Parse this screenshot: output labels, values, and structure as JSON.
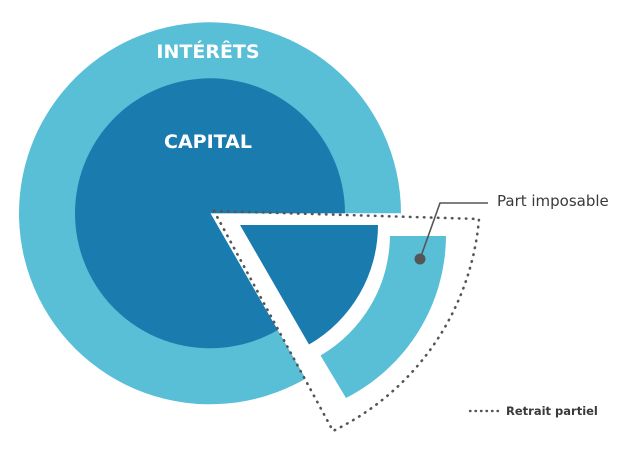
{
  "labels": {
    "outer": "INTÉRÊTS",
    "inner": "CAPITAL",
    "callout": "Part imposable",
    "legend": "Retrait partiel"
  },
  "colors": {
    "interets": "#58bfd6",
    "capital": "#1a7bae",
    "dots": "#555555",
    "callout_line": "#555555",
    "callout_dot": "#555555",
    "text_dark": "#3a3a3a",
    "text_light": "#ffffff"
  }
}
